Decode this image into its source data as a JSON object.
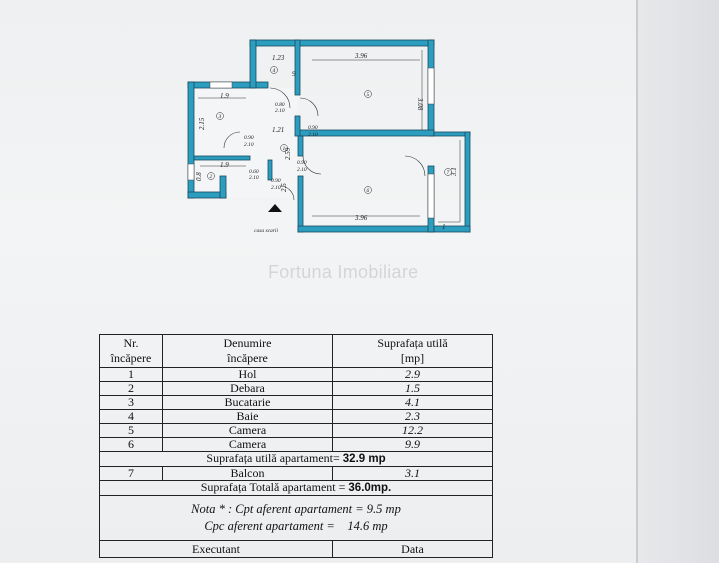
{
  "plan": {
    "dims": {
      "d1_23": "1.23",
      "d3_96_top": "3.96",
      "d3_08": "3.08",
      "d1_9_top": "1.9",
      "d2_15": "2.15",
      "d1_21": "1.21",
      "d2_59": "2.59",
      "d1_9_mid": "1.9",
      "d0_8": "0.8",
      "d2_5": "2.5",
      "d3_96_bot": "3.96",
      "d3_1": "3.1",
      "d1": "1",
      "d9": "9"
    },
    "doors": {
      "d080": "0.80",
      "d210a": "2.10",
      "d090a": "0.90",
      "d210b": "2.10",
      "d090b": "0.90",
      "d210c": "2.10",
      "d090c": "0.90",
      "d210d": "2.10",
      "d060": "0.60",
      "d210e": "2.10",
      "d090d": "0.90",
      "d210f": "2.10"
    },
    "rooms": [
      "1",
      "2",
      "3",
      "4",
      "5",
      "6",
      "7"
    ],
    "stair_label": "casa scarii"
  },
  "watermark": "Fortuna Imobiliare",
  "table": {
    "headers": {
      "nr": "Nr.",
      "nr2": "încăpere",
      "den": "Denumire",
      "den2": "încăpere",
      "sup": "Suprafața utilă",
      "sup2": "[mp]"
    },
    "rows": [
      {
        "nr": "1",
        "name": "Hol",
        "area": "2.9"
      },
      {
        "nr": "2",
        "name": "Debara",
        "area": "1.5"
      },
      {
        "nr": "3",
        "name": "Bucatarie",
        "area": "4.1"
      },
      {
        "nr": "4",
        "name": "Baie",
        "area": "2.3"
      },
      {
        "nr": "5",
        "name": "Camera",
        "area": "12.2"
      },
      {
        "nr": "6",
        "name": "Camera",
        "area": "9.9"
      }
    ],
    "total_util_label": "Suprafața utilă apartament=",
    "total_util_value": "32.9 mp",
    "balcon": {
      "nr": "7",
      "name": "Balcon",
      "area": "3.1"
    },
    "total_label": "Suprafața Totală apartament =",
    "total_value": "36.0mp.",
    "nota1": "Nota * : Cpt aferent apartament = 9.5 mp",
    "nota2": "Cpc aferent apartament =    14.6 mp",
    "executant": "Executant",
    "data": "Data"
  }
}
